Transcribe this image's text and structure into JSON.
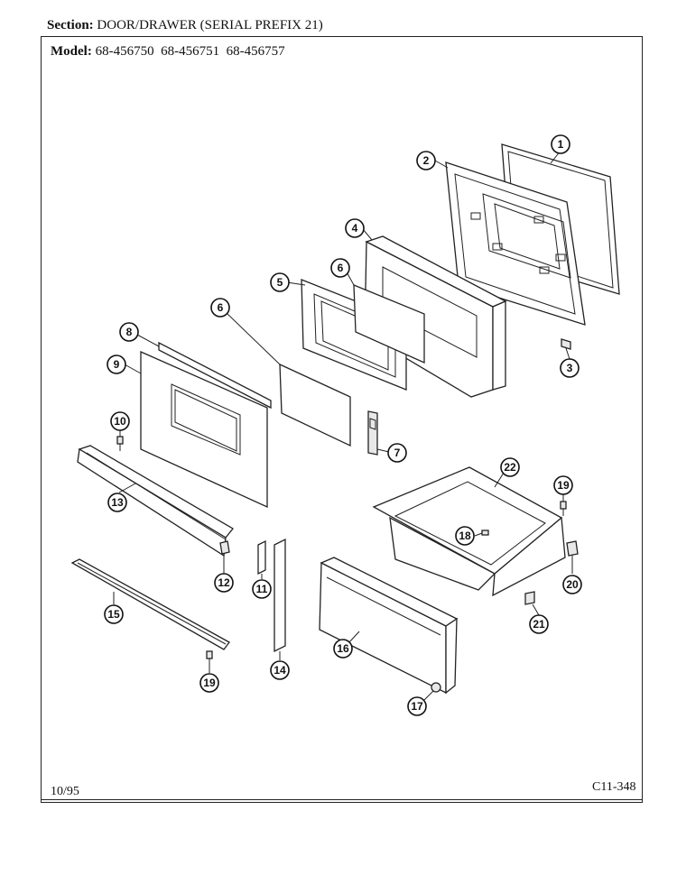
{
  "header": {
    "section_label": "Section:",
    "section_value": "DOOR/DRAWER (SERIAL PREFIX 21)",
    "model_label": "Model:",
    "model_values": "68-456750  68-456751  68-456757"
  },
  "footer": {
    "date": "10/95",
    "code": "C11-348"
  },
  "callouts": [
    "1",
    "2",
    "3",
    "4",
    "5",
    "6",
    "6",
    "7",
    "8",
    "9",
    "10",
    "11",
    "12",
    "13",
    "14",
    "15",
    "16",
    "17",
    "18",
    "19",
    "19",
    "20",
    "21",
    "22"
  ]
}
